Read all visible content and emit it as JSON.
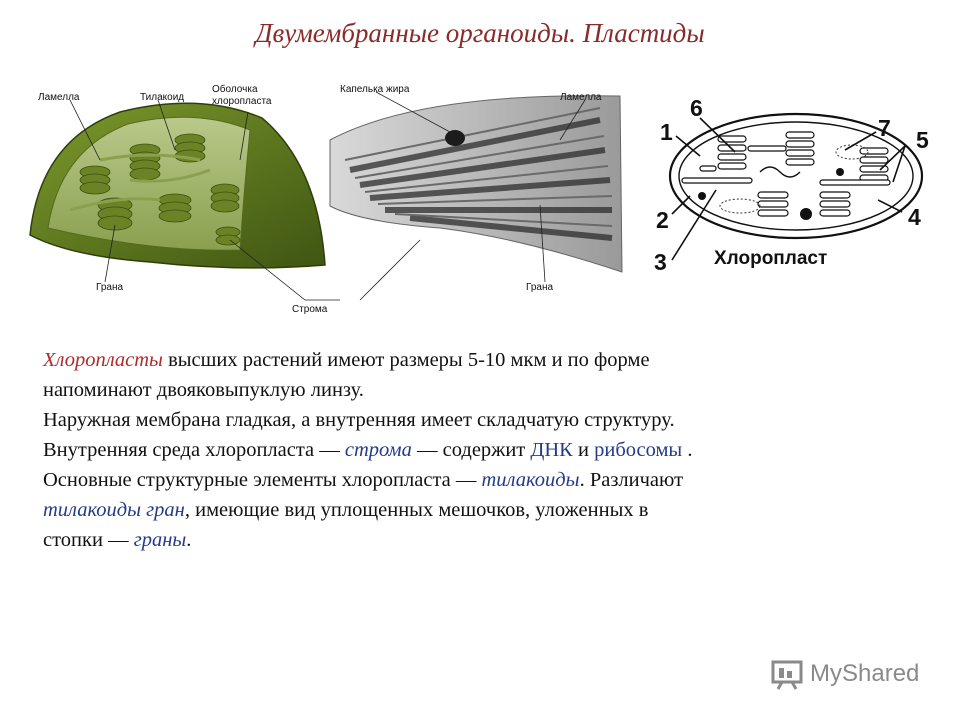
{
  "title": "Двумембранные органоиды. Пластиды",
  "figure_labels": {
    "lamella_left": "Ламелла",
    "thylakoid": "Тилакоид",
    "envelope_line1": "Оболочка",
    "envelope_line2": "хлоропласта",
    "fat_droplet": "Капелька жира",
    "lamella_right": "Ламелла",
    "grana_left": "Грана",
    "stroma": "Строма",
    "grana_right": "Грана"
  },
  "schematic": {
    "numbers": [
      "1",
      "2",
      "3",
      "4",
      "5",
      "6",
      "7"
    ],
    "caption": "Хлоропласт"
  },
  "paragraph": {
    "l1_a": "Хлоропласты",
    "l1_b": " высших растений имеют размеры  5-10 мкм и по форме",
    "l2": "напоминают двояковыпуклую линзу.",
    "l3": "Наружная мембрана гладкая, а внутренняя имеет складчатую структуру.",
    "l4_a": "Внутренняя среда хлоропласта — ",
    "l4_b": "строма",
    "l4_c": " — содержит ",
    "l4_d": "ДНК",
    "l4_e": " и ",
    "l4_f": "рибосомы",
    "l4_g": " .",
    "l5_a": "Основные структурные элементы хлоропласта — ",
    "l5_b": "тилакоиды",
    "l5_c": ". Различают",
    "l6_a": "тилакоиды гран",
    "l6_b": ", имеющие вид уплощенных мешочков, уложенных в",
    "l7_a": "стопки — ",
    "l7_b": "граны",
    "l7_c": "."
  },
  "watermark": {
    "brand": "MyShared",
    "icon": "presentation-board-icon"
  },
  "colors": {
    "title": "#8b2a2a",
    "italic_red": "#b02a2a",
    "italic_blue": "#243a8a",
    "chloroplast_green": "#5f7a1e"
  }
}
